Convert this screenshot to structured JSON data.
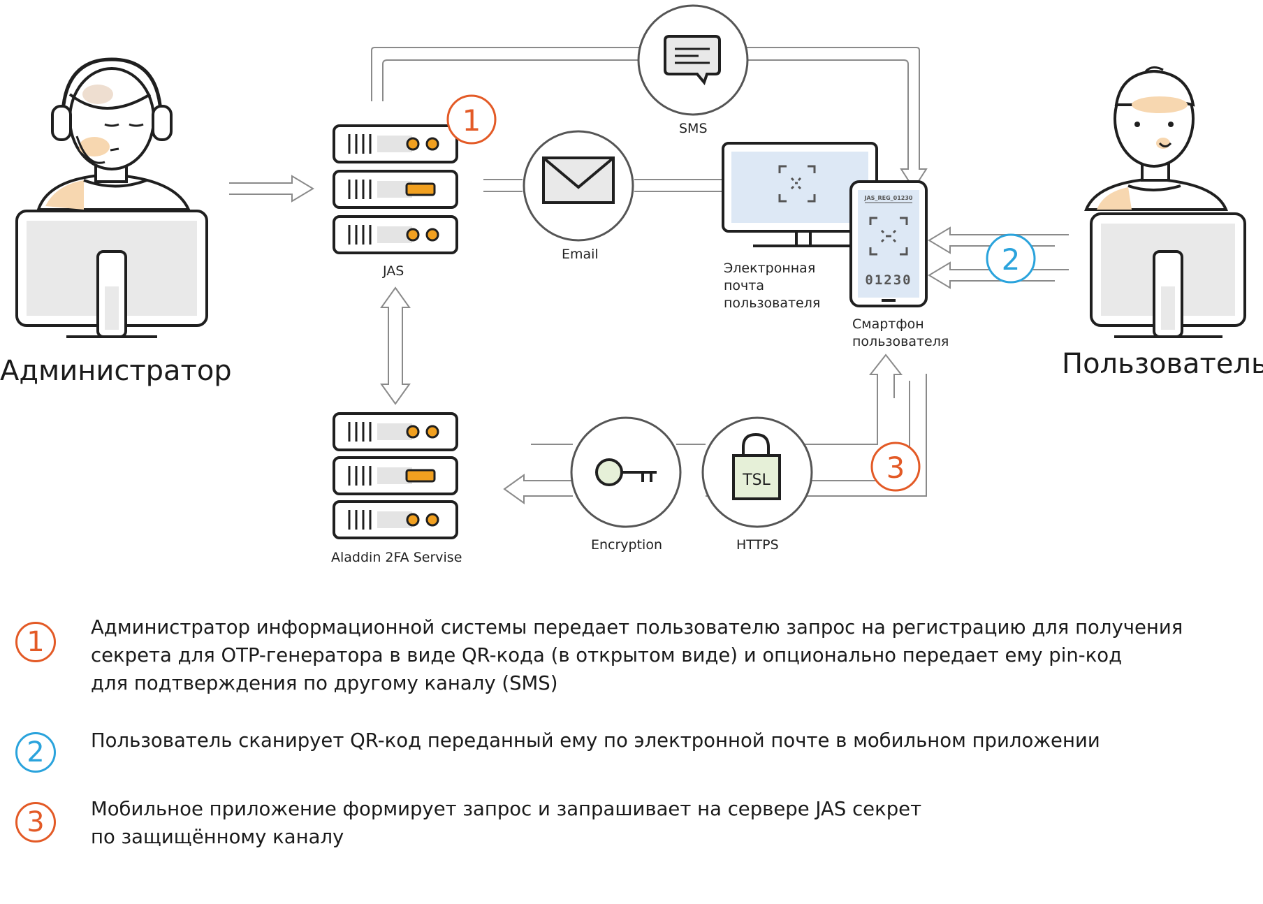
{
  "colors": {
    "orange": "#e35a26",
    "blue": "#2aa3dc",
    "stroke": "#1f1f1f",
    "gray_line": "#8a8a8a",
    "screen_fill": "#e9e9e9",
    "screen_blue": "#dde8f5",
    "amber": "#f1a020",
    "skin": "#f7d7b0"
  },
  "actors": {
    "admin": "Администратор",
    "user": "Пользователь"
  },
  "nodes": {
    "jas": "JAS",
    "a2fa": "Aladdin 2FA Servise",
    "email": "Email",
    "sms": "SMS",
    "encryption": "Encryption",
    "https": "HTTPS",
    "tsl": "TSL",
    "user_mail": "Электронная почта пользователя",
    "user_mail_lines": [
      "Электронная",
      "почта",
      "пользователя"
    ],
    "smartphone_lines": [
      "Смартфон",
      "пользователя"
    ],
    "phone_code": "01230",
    "phone_header": "JAS_REG_01230"
  },
  "steps": [
    {
      "number": "1",
      "color": "orange",
      "lines": [
        "Администратор информационной системы передает пользователю запрос на регистрацию для получения",
        "секрета для OTP-генератора   в виде QR-кода (в открытом виде) и опционально передает ему pin-код",
        "для подтверждения по другому каналу (SMS)"
      ]
    },
    {
      "number": "2",
      "color": "blue",
      "lines": [
        "Пользователь сканирует QR-код переданный ему по электронной почте в мобильном приложении"
      ]
    },
    {
      "number": "3",
      "color": "orange",
      "lines": [
        "Мобильное приложение формирует запрос и запрашивает на сервере JAS секрет",
        "по защищённому каналу"
      ]
    }
  ]
}
